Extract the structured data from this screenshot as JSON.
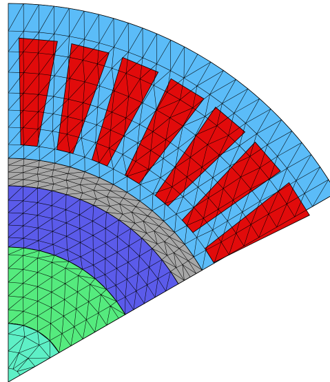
{
  "figure": {
    "colors": {
      "background": "#ffffff",
      "stator_iron": "#5bbcf8",
      "stator_coil": "#e10b0b",
      "air_gap": "#a7a7a7",
      "rotor_ring": "#5b5bea",
      "rotor_core": "#55eb7e",
      "shaft": "#5ef0c6",
      "mesh_line": "#000000"
    },
    "regions": [
      {
        "id": "stator_iron",
        "fill_key": "stator_iron"
      },
      {
        "id": "stator_coils",
        "fill_key": "stator_coil",
        "count": 7
      },
      {
        "id": "air_gap",
        "fill_key": "air_gap"
      },
      {
        "id": "rotor_ring",
        "fill_key": "rotor_ring"
      },
      {
        "id": "rotor_core",
        "fill_key": "rotor_core"
      },
      {
        "id": "shaft",
        "fill_key": "shaft"
      }
    ],
    "mesh": "triangular"
  }
}
